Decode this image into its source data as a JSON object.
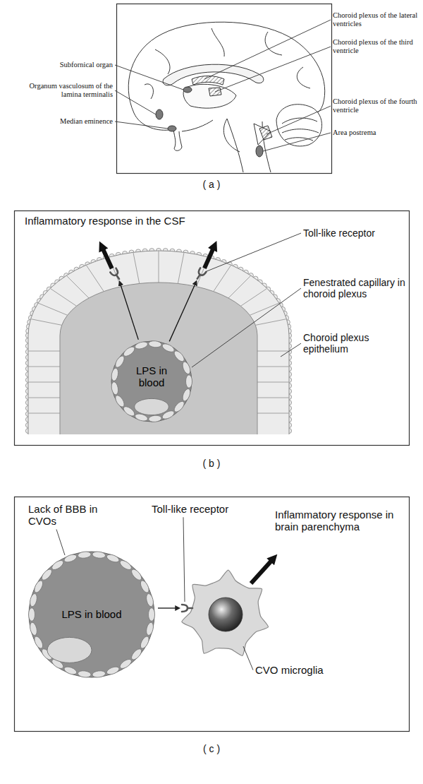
{
  "diagram": {
    "nodes": [
      {
        "text": [
          "LPS in blood"
        ]
      },
      {
        "text": [
          "LPS in blood"
        ]
      }
    ],
    "labels": [
      "Choroid plexus of the lateral ventricles",
      "Choroid plexus of the third ventricle",
      "Subfornical organ",
      "Organum vasculosum of the lamina terminalis",
      "Choroid plexus of the fourth ventricle",
      "Median eminence",
      "Area postrema",
      "( a )",
      "Inflammatory response in the CSF",
      "Toll-like receptor",
      "Fenestrated capillary in choroid plexus",
      "Choroid plexus epithelium",
      "( b )",
      "Lack of BBB in CVOs",
      "Toll-like receptor",
      "Inflammatory response in brain parenchyma",
      "CVO microglia",
      "( c )"
    ]
  }
}
